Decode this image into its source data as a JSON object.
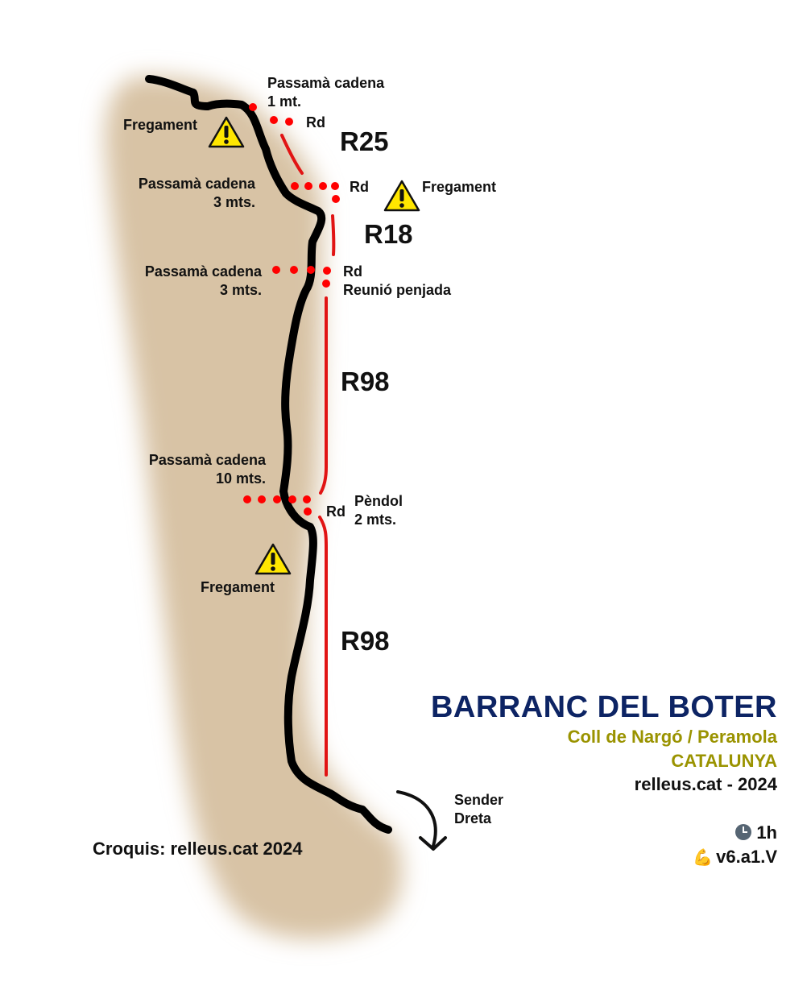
{
  "title": {
    "name": "BARRANC DEL BOTER",
    "location": "Coll de Nargó / Peramola",
    "region": "CATALUNYA",
    "credit": "relleus.cat - 2024",
    "time": "1h",
    "grade": "v6.a1.V",
    "time_icon": "clock-icon",
    "grade_icon": "flexed-biceps-icon"
  },
  "labels": {
    "passama_1": "Passamà cadena",
    "passama_1_len": "1 mt.",
    "rd_1": "Rd",
    "fregament_1": "Fregament",
    "rope_1": "R25",
    "passama_2": "Passamà cadena",
    "passama_2_len": "3 mts.",
    "rd_2": "Rd",
    "fregament_2": "Fregament",
    "rope_2": "R18",
    "passama_3": "Passamà cadena",
    "passama_3_len": "3 mts.",
    "rd_3": "Rd",
    "reunio": "Reunió penjada",
    "rope_3": "R98",
    "passama_4": "Passamà cadena",
    "passama_4_len": "10 mts.",
    "rd_4": "Rd",
    "pendol": "Pèndol",
    "pendol_len": "2 mts.",
    "fregament_3": "Fregament",
    "rope_4": "R98",
    "sender": "Sender",
    "sender_dir": "Dreta",
    "croquis": "Croquis: relleus.cat 2024"
  },
  "colors": {
    "rock": "#d8c3a5",
    "wall": "#000000",
    "rope": "#e11414",
    "title": "#0d2464",
    "subtitle": "#9a9300",
    "warning": "#ffe600"
  }
}
